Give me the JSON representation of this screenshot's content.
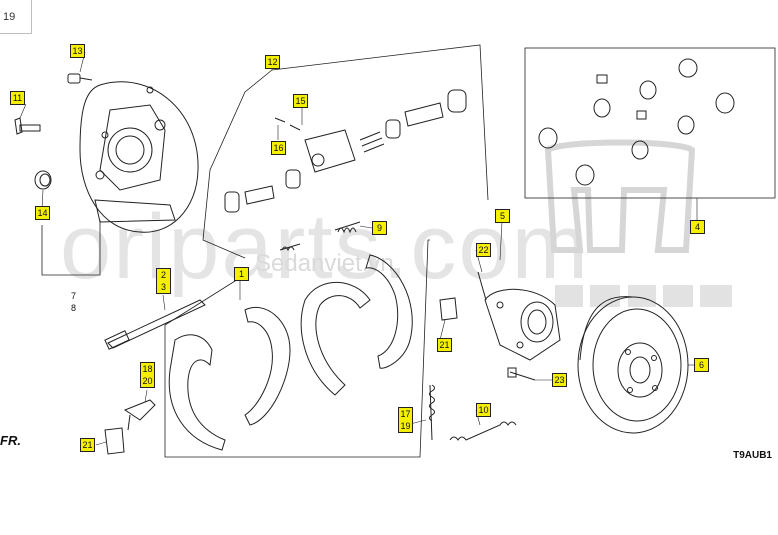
{
  "header": {
    "page_fragment": "19"
  },
  "watermarks": {
    "brand": "oriparts.com",
    "site": "Sedanviet.vn"
  },
  "diagram_code": "T9AUB1",
  "direction_label": "FR.",
  "callouts": [
    {
      "id": "c13",
      "label": "13"
    },
    {
      "id": "c11",
      "label": "11"
    },
    {
      "id": "c14",
      "label": "14"
    },
    {
      "id": "c7",
      "label": "7"
    },
    {
      "id": "c8",
      "label": "8"
    },
    {
      "id": "c12",
      "label": "12"
    },
    {
      "id": "c15",
      "label": "15"
    },
    {
      "id": "c16",
      "label": "16"
    },
    {
      "id": "c9",
      "label": "9"
    },
    {
      "id": "c1",
      "label": "1"
    },
    {
      "id": "c2",
      "label": "2"
    },
    {
      "id": "c3",
      "label": "3"
    },
    {
      "id": "c18",
      "label": "18"
    },
    {
      "id": "c20",
      "label": "20"
    },
    {
      "id": "c21a",
      "label": "21"
    },
    {
      "id": "c21b",
      "label": "21"
    },
    {
      "id": "c17",
      "label": "17"
    },
    {
      "id": "c19",
      "label": "19"
    },
    {
      "id": "c10",
      "label": "10"
    },
    {
      "id": "c5",
      "label": "5"
    },
    {
      "id": "c22",
      "label": "22"
    },
    {
      "id": "c23",
      "label": "23"
    },
    {
      "id": "c4",
      "label": "4"
    },
    {
      "id": "c6",
      "label": "6"
    }
  ]
}
